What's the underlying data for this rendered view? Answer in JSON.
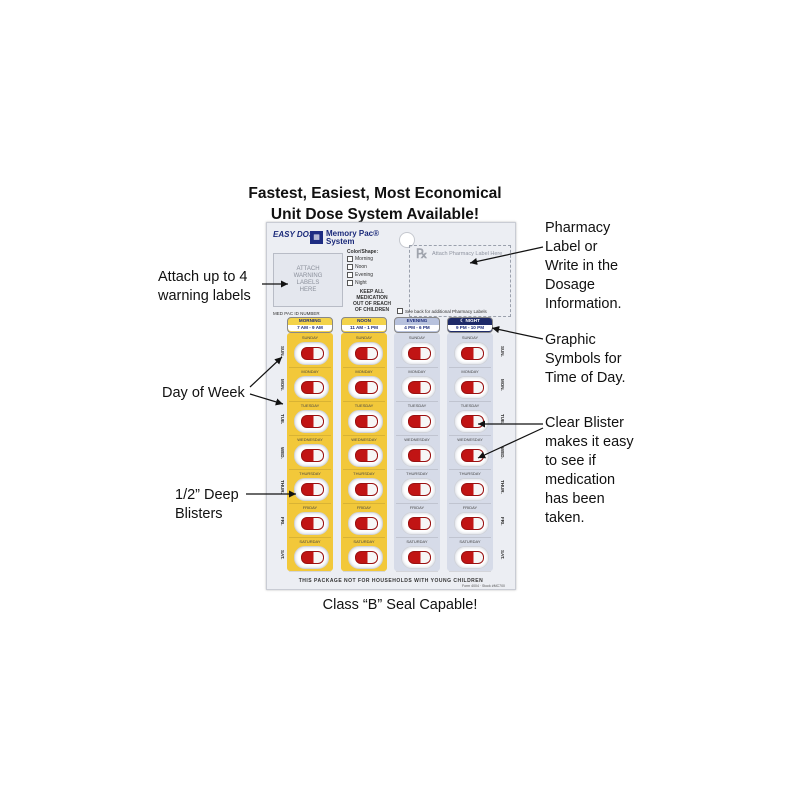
{
  "headline": {
    "line1": "Fastest, Easiest, Most Economical",
    "line2": "Unit Dose System Available!"
  },
  "footer_caption": "Class “B” Seal Capable!",
  "callouts": {
    "warning": [
      "Attach up to 4",
      "warning labels"
    ],
    "pharmacy": [
      "Pharmacy",
      "Label or",
      "Write in the",
      "Dosage",
      "Information."
    ],
    "graphic": [
      "Graphic",
      "Symbols for",
      "Time of Day."
    ],
    "day": [
      "Day of Week"
    ],
    "clear": [
      "Clear Blister",
      "makes it easy",
      "to see if",
      "medication",
      "has been",
      "taken."
    ],
    "deep": [
      "1/2” Deep",
      "Blisters"
    ]
  },
  "card": {
    "logo": "EASY DOSE",
    "brand_line1": "Memory Pac®",
    "brand_line2": "System",
    "warning_box": [
      "ATTACH",
      "WARNING",
      "LABELS",
      "HERE"
    ],
    "color_shape_title": "Color/Shape:",
    "legend": [
      "Morning",
      "Noon",
      "Evening",
      "Night"
    ],
    "keep_text": [
      "KEEP ALL",
      "MEDICATION",
      "OUT OF REACH",
      "OF CHILDREN"
    ],
    "pharmacy_text": "Attach Pharmacy Label Here",
    "rx_symbol": "℞",
    "med_pac_id": "MED PAC ID NUMBER",
    "see_back": "See back for additional Pharmacy Labels",
    "times": [
      {
        "name": "MORNING",
        "range": "7 AM - 9 AM",
        "color": "#f3d34a"
      },
      {
        "name": "NOON",
        "range": "11 AM - 1 PM",
        "color": "#f3d34a"
      },
      {
        "name": "EVENING",
        "range": "4 PM - 6 PM",
        "color": "#b8c2dd"
      },
      {
        "name": "☾ NIGHT",
        "range": "9 PM - 10 PM",
        "color": "#1e2a68"
      }
    ],
    "days_short": [
      "SUN.",
      "MON.",
      "TUE.",
      "WED.",
      "THUR.",
      "FRI.",
      "SAT."
    ],
    "days_full": [
      "SUNDAY",
      "MONDAY",
      "TUESDAY",
      "WEDNESDAY",
      "THURSDAY",
      "FRIDAY",
      "SATURDAY"
    ],
    "bottom_text": "THIS PACKAGE NOT FOR HOUSEHOLDS WITH YOUNG CHILDREN",
    "form_no": "Form 4004 · Stock #MC700"
  }
}
